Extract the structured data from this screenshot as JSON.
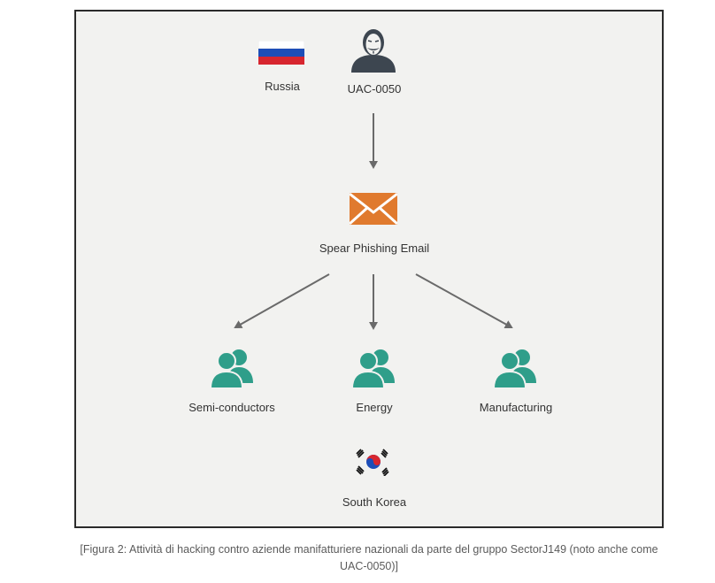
{
  "diagram": {
    "nodes": {
      "russia": {
        "label": "Russia"
      },
      "actor": {
        "label": "UAC-0050"
      },
      "email": {
        "label": "Spear Phishing Email"
      },
      "semiconductors": {
        "label": "Semi-conductors"
      },
      "energy": {
        "label": "Energy"
      },
      "manufacturing": {
        "label": "Manufacturing"
      },
      "south_korea": {
        "label": "South Korea"
      }
    },
    "edges": [
      {
        "from": "actor",
        "to": "email"
      },
      {
        "from": "email",
        "to": "semiconductors"
      },
      {
        "from": "email",
        "to": "energy"
      },
      {
        "from": "email",
        "to": "manufacturing"
      }
    ],
    "icons": {
      "russia": "russia-flag-icon",
      "actor": "hacker-mask-icon",
      "email": "envelope-icon",
      "sectors": "user-group-icon",
      "south_korea": "south-korea-flag-icon"
    },
    "colors": {
      "teal": "#2f9e8a",
      "envelope": "#e07a2e",
      "actor": "#3d4650",
      "arrow": "#6a6a6a"
    }
  },
  "caption": "[Figura 2: Attività di hacking contro aziende manifatturiere nazionali da parte del gruppo SectorJ149 (noto anche come UAC-0050)]"
}
